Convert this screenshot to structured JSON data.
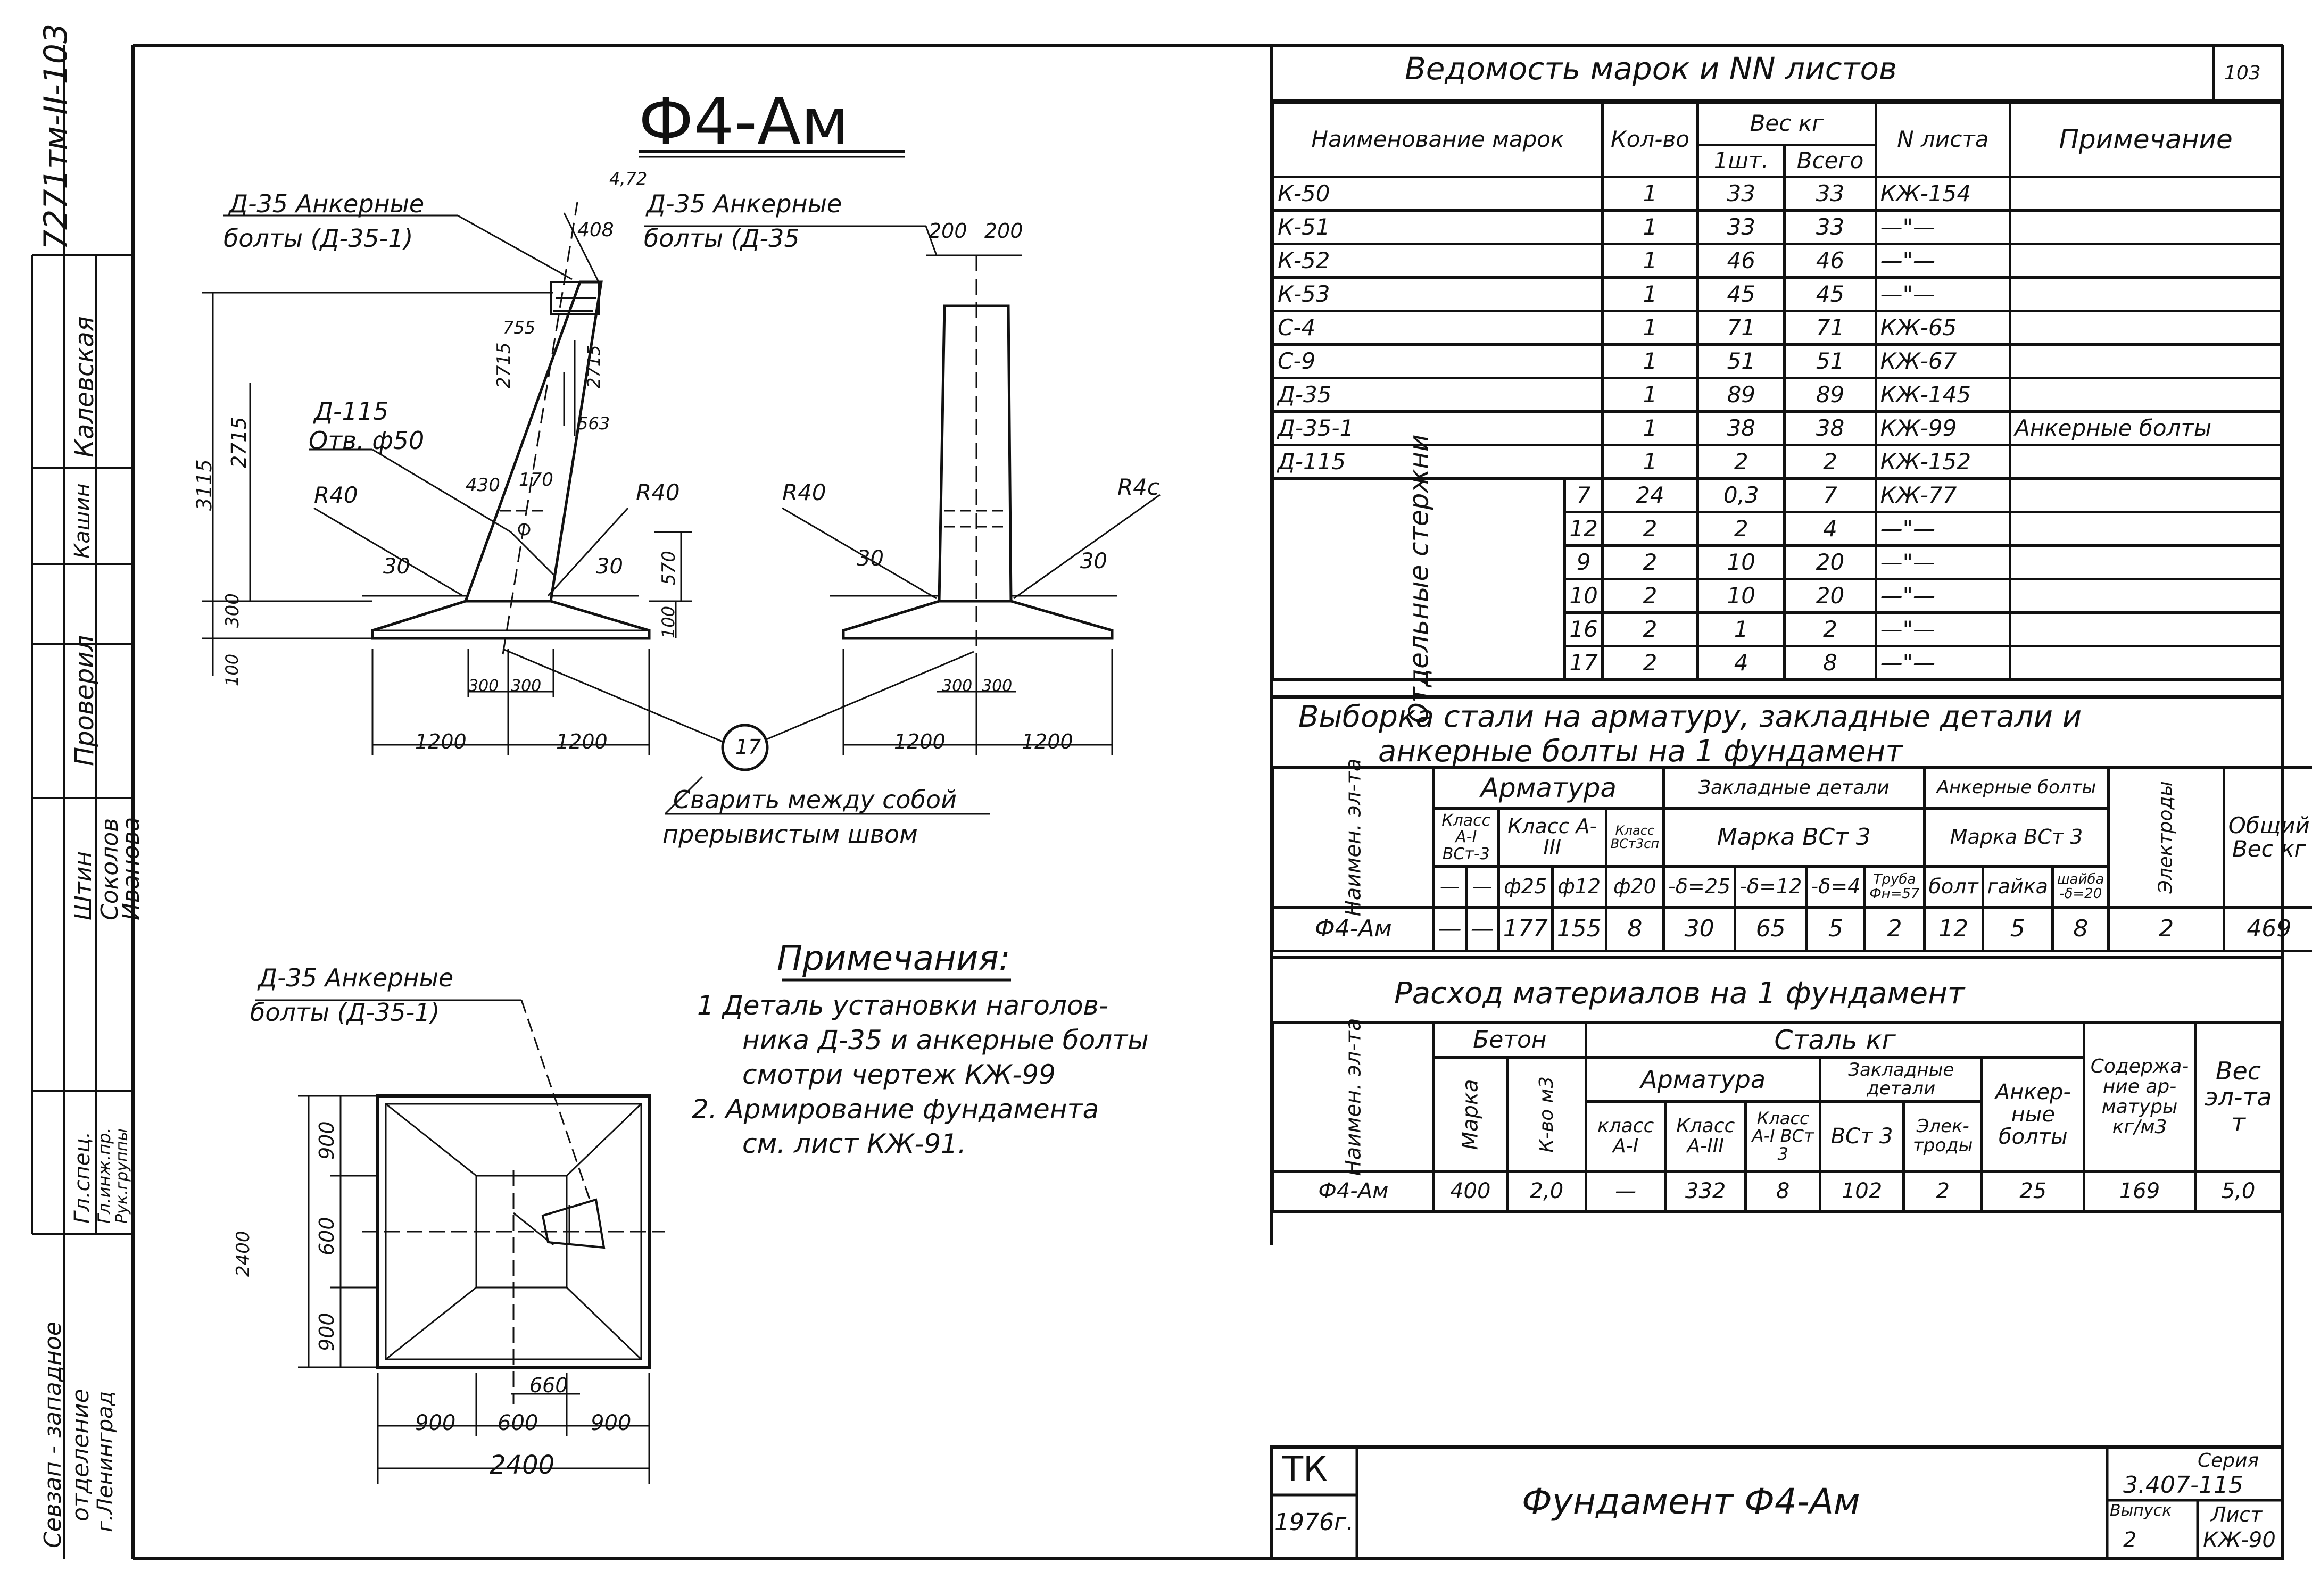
{
  "left_strip": {
    "code": "7271тм-II-103",
    "names": [
      "Калевская",
      "Кашин",
      "Проверил",
      "Штин",
      "Соколов",
      "Иванова",
      "Гл.спец.",
      "Гл.инж.пр.",
      "Рук.группы"
    ],
    "org": [
      "Севзап - западное",
      "отделение",
      "г.Ленинград"
    ]
  },
  "drawing": {
    "title": "Ф4-Ам",
    "bolt_label_1a": "Д-35 Анкерные",
    "bolt_label_1b": "болты (Д-35-1)",
    "bolt_label_2a": "Д-35 Анкерные",
    "bolt_label_2b": "болты (Д-35",
    "bolt_label_3a": "Д-35 Анкерные",
    "bolt_label_3b": "болты (Д-35-1)",
    "d115_a": "Д-115",
    "d115_b": "Отв. ф50",
    "r40": "R40",
    "r4c": "R4c",
    "dims": {
      "d472": "4,72",
      "d408": "408",
      "d200a": "200",
      "d200b": "200",
      "d755": "755",
      "d2715a": "2715",
      "d2715b": "2715",
      "d2715c": "2715",
      "d563": "563",
      "d3115": "3115",
      "d430": "430",
      "d170": "170",
      "d570": "570",
      "d30": "30",
      "d300": "300",
      "d100": "100",
      "d1200": "1200",
      "d900": "900",
      "d600": "600",
      "d2400": "2400",
      "d660": "660"
    },
    "marker": "17",
    "weld_a": "Сварить между собой",
    "weld_b": "прерывистым швом"
  },
  "notes": {
    "heading": "Примечания:",
    "lines": [
      "1 Деталь установки наголов-",
      "ника Д-35 и анкерные болты",
      "смотри чертеж КЖ-99",
      "2. Армирование фундамента",
      "см. лист КЖ-91."
    ]
  },
  "sheet_no": "103",
  "table1": {
    "title": "Ведомость марок и NN листов",
    "h_name": "Наименование марок",
    "h_qty": "Кол-во",
    "h_weight": "Вес кг",
    "h_unit": "1шт.",
    "h_total": "Всего",
    "h_sheet": "N листа",
    "h_note": "Примечание",
    "group_label": "Отдельные стержни",
    "rows": [
      {
        "name": "К-50",
        "qty": "1",
        "unit": "33",
        "total": "33",
        "sheet": "КЖ-154",
        "note": ""
      },
      {
        "name": "К-51",
        "qty": "1",
        "unit": "33",
        "total": "33",
        "sheet": "—\"—",
        "note": ""
      },
      {
        "name": "К-52",
        "qty": "1",
        "unit": "46",
        "total": "46",
        "sheet": "—\"—",
        "note": ""
      },
      {
        "name": "К-53",
        "qty": "1",
        "unit": "45",
        "total": "45",
        "sheet": "—\"—",
        "note": ""
      },
      {
        "name": "С-4",
        "qty": "1",
        "unit": "71",
        "total": "71",
        "sheet": "КЖ-65",
        "note": ""
      },
      {
        "name": "С-9",
        "qty": "1",
        "unit": "51",
        "total": "51",
        "sheet": "КЖ-67",
        "note": ""
      },
      {
        "name": "Д-35",
        "qty": "1",
        "unit": "89",
        "total": "89",
        "sheet": "КЖ-145",
        "note": ""
      },
      {
        "name": "Д-35-1",
        "qty": "1",
        "unit": "38",
        "total": "38",
        "sheet": "КЖ-99",
        "note": "Анкерные болты"
      },
      {
        "name": "Д-115",
        "qty": "1",
        "unit": "2",
        "total": "2",
        "sheet": "КЖ-152",
        "note": ""
      }
    ],
    "bars": [
      {
        "name": "7",
        "qty": "24",
        "unit": "0,3",
        "total": "7",
        "sheet": "КЖ-77"
      },
      {
        "name": "12",
        "qty": "2",
        "unit": "2",
        "total": "4",
        "sheet": "—\"—"
      },
      {
        "name": "9",
        "qty": "2",
        "unit": "10",
        "total": "20",
        "sheet": "—\"—"
      },
      {
        "name": "10",
        "qty": "2",
        "unit": "10",
        "total": "20",
        "sheet": "—\"—"
      },
      {
        "name": "16",
        "qty": "2",
        "unit": "1",
        "total": "2",
        "sheet": "—\"—"
      },
      {
        "name": "17",
        "qty": "2",
        "unit": "4",
        "total": "8",
        "sheet": "—\"—"
      }
    ]
  },
  "table2": {
    "title1": "Выборка стали на арматуру, закладные детали и",
    "title2": "анкерные болты на 1 фундамент",
    "h_name": "Наимен. эл-та",
    "h_arm": "Арматура",
    "h_cls1": "Класс А-I ВСт-3",
    "h_cls2": "Класс А-III",
    "h_cls3": "Класс ВСт3сп",
    "h_emb": "Закладные детали",
    "h_mark": "Марка ВСт 3",
    "h_anchor": "Анкерные болты",
    "h_anchor_mark": "Марка ВСт 3",
    "h_electrodes": "Электроды",
    "h_total": "Общий Вес кг",
    "sub": [
      "—",
      "—",
      "ф25",
      "ф12",
      "ф20",
      "-δ=25",
      "-δ=12",
      "-δ=4",
      "Труба Фн=57",
      "болт",
      "гайка",
      "шайба -δ=20"
    ],
    "row": {
      "name": "Ф4-Ам",
      "c1": "—",
      "c2": "—",
      "c3": "177",
      "c4": "155",
      "c5": "8",
      "c6": "30",
      "c7": "65",
      "c8": "5",
      "c9": "2",
      "c10": "12",
      "c11": "5",
      "c12": "8",
      "c13": "2",
      "c14": "469"
    }
  },
  "table3": {
    "title": "Расход материалов на 1 фундамент",
    "h_name": "Наимен. эл-та",
    "h_concrete": "Бетон",
    "h_mark": "Марка",
    "h_qty": "К-во м3",
    "h_steel": "Сталь кг",
    "h_arm": "Арматура",
    "h_a1": "класс А-I",
    "h_a3": "Класс А-III",
    "h_a1b": "Класс А-I ВСт 3",
    "h_emb": "Закладные детали",
    "h_bst": "ВСт 3",
    "h_el": "Элек-троды",
    "h_anchor": "Анкер-ные болты",
    "h_content": "Содержа-ние ар-матуры кг/м3",
    "h_weight": "Вес эл-та т",
    "row": {
      "name": "Ф4-Ам",
      "mark": "400",
      "qty": "2,0",
      "a1": "—",
      "a3": "332",
      "a1b": "8",
      "bst": "102",
      "el": "2",
      "anchor": "25",
      "content": "169",
      "weight": "5,0"
    }
  },
  "stamp": {
    "tk": "ТК",
    "year": "1976г.",
    "title": "Фундамент Ф4-Ам",
    "series_label": "Серия",
    "series": "3.407-115",
    "issue_label": "Выпуск",
    "issue": "2",
    "sheet_label": "Лист",
    "sheet": "КЖ-90"
  }
}
